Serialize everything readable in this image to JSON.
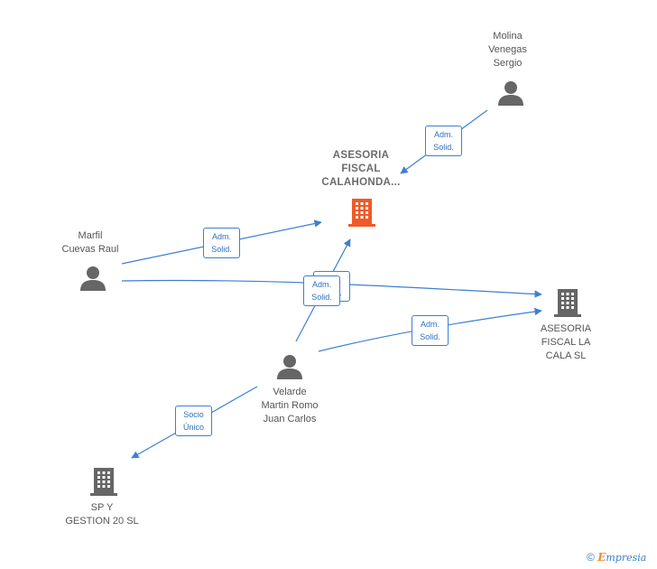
{
  "nodes": {
    "asesoria_calahonda": {
      "label": "ASESORIA\nFISCAL\nCALAHONDA..."
    },
    "asesoria_la_cala": {
      "label": "ASESORIA\nFISCAL LA\nCALA SL"
    },
    "sp_gestion": {
      "label": "SP Y\nGESTION 20  SL"
    },
    "molina": {
      "label": "Molina\nVenegas\nSergio"
    },
    "marfil": {
      "label": "Marfil\nCuevas Raul"
    },
    "velarde": {
      "label": "Velarde\nMartin Romo\nJuan Carlos"
    }
  },
  "edges": {
    "molina_calahonda": "Adm.\nSolid.",
    "marfil_calahonda": "Adm.\nSolid.",
    "marfil_lacala": "Adm.\nSolid.",
    "velarde_calahonda": "Adm.\nSolid.",
    "velarde_lacala": "Adm.\nSolid.",
    "velarde_sp": "Socio\nÚnico"
  },
  "colors": {
    "edge": "#3d7fd1",
    "main_company": "#f05a28",
    "company": "#666666",
    "person": "#666666"
  },
  "footer": {
    "copyright": "©",
    "brand_first": "E",
    "brand_rest": "mpresia"
  }
}
